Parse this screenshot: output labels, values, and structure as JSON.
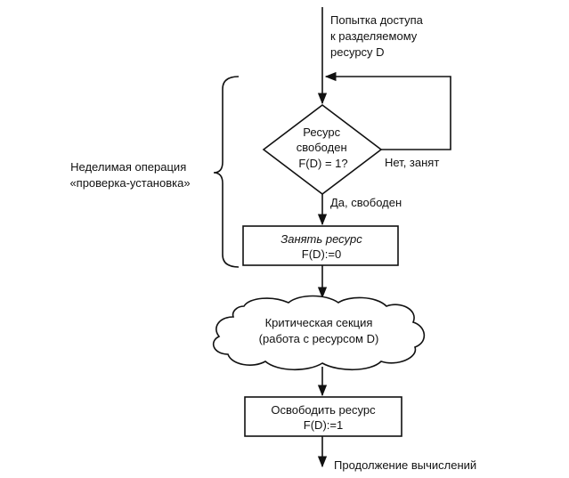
{
  "start_label": [
    "Попытка доступа",
    "к разделяемому",
    "ресурсу D"
  ],
  "decision": {
    "lines": [
      "Ресурс",
      "свободен",
      "F(D) = 1?"
    ],
    "no_label": "Нет, занят",
    "yes_label": "Да, свободен"
  },
  "brace_label": [
    "Неделимая операция",
    "«проверка-установка»"
  ],
  "occupy_box": {
    "line1": "Занять ресурс",
    "line2": "F(D):=0"
  },
  "critical_cloud": {
    "line1": "Критическая секция",
    "line2": "(работа с ресурсом D)"
  },
  "release_box": {
    "line1": "Освободить ресурс",
    "line2": "F(D):=1"
  },
  "end_label": "Продолжение вычислений"
}
